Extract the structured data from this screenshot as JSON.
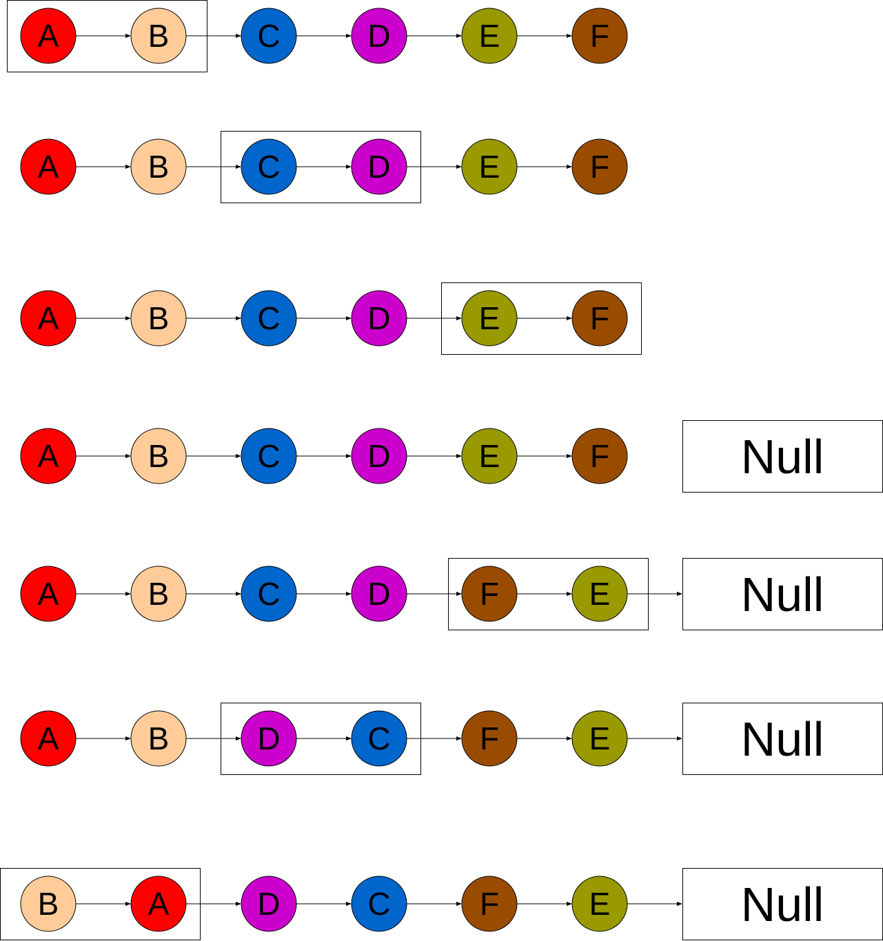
{
  "colors": {
    "A": "#ff0000",
    "B": "#ffcc99",
    "C": "#0066cc",
    "D": "#cc00cc",
    "E": "#999900",
    "F": "#994c00"
  },
  "null_label": "Null",
  "rows": [
    {
      "nodes": [
        "A",
        "B",
        "C",
        "D",
        "E",
        "F"
      ],
      "highlight": [
        0,
        1
      ],
      "null_box": false,
      "arrow_to_null": false
    },
    {
      "nodes": [
        "A",
        "B",
        "C",
        "D",
        "E",
        "F"
      ],
      "highlight": [
        2,
        3
      ],
      "null_box": false,
      "arrow_to_null": false
    },
    {
      "nodes": [
        "A",
        "B",
        "C",
        "D",
        "E",
        "F"
      ],
      "highlight": [
        4,
        5
      ],
      "null_box": false,
      "arrow_to_null": false
    },
    {
      "nodes": [
        "A",
        "B",
        "C",
        "D",
        "E",
        "F"
      ],
      "highlight": null,
      "null_box": true,
      "arrow_to_null": false
    },
    {
      "nodes": [
        "A",
        "B",
        "C",
        "D",
        "F",
        "E"
      ],
      "highlight": [
        4,
        5
      ],
      "null_box": true,
      "arrow_to_null": true
    },
    {
      "nodes": [
        "A",
        "B",
        "D",
        "C",
        "F",
        "E"
      ],
      "highlight": [
        2,
        3
      ],
      "null_box": true,
      "arrow_to_null": true
    },
    {
      "nodes": [
        "B",
        "A",
        "D",
        "C",
        "F",
        "E"
      ],
      "highlight": [
        0,
        1
      ],
      "null_box": true,
      "arrow_to_null": true
    }
  ]
}
